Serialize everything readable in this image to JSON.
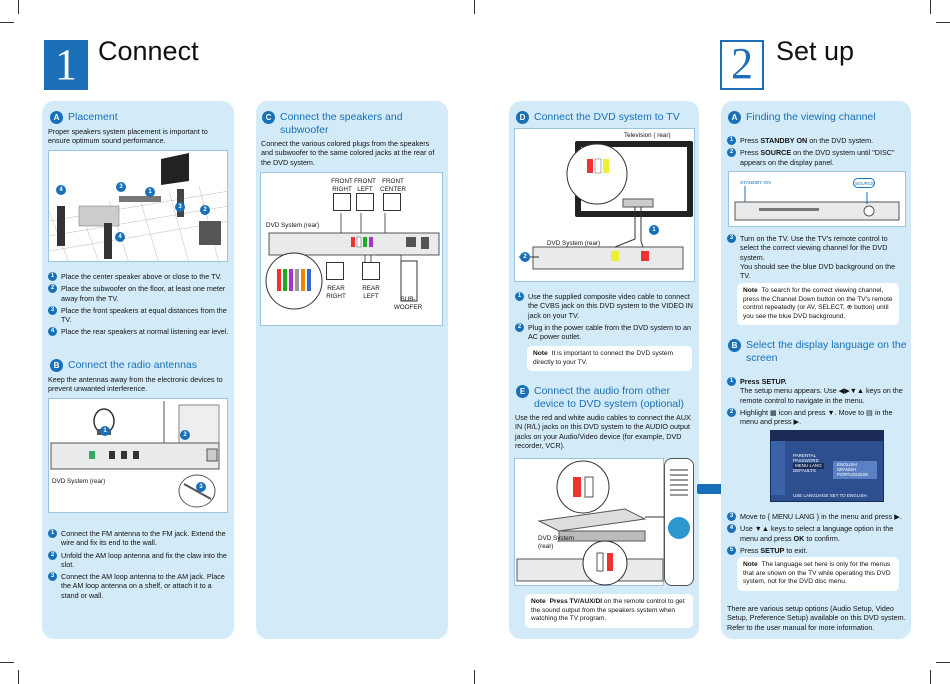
{
  "header": {
    "num1": "1",
    "title1": "Connect",
    "num2": "2",
    "title2": "Set up"
  },
  "placement": {
    "badge": "A",
    "title": "Placement",
    "intro": "Proper speakers system placement is important to ensure optimum sound performance.",
    "steps": [
      {
        "n": "1",
        "text": "Place the center speaker above or close to the TV."
      },
      {
        "n": "2",
        "text": "Place the subwoofer on the floor, at least one meter away from the TV."
      },
      {
        "n": "3",
        "text": "Place the front speakers at equal distances from the TV."
      },
      {
        "n": "4",
        "text": "Place the rear speakers at normal listening ear level."
      }
    ]
  },
  "antennas": {
    "badge": "B",
    "title": "Connect the radio antennas",
    "intro": "Keep the antennas away from the electronic devices to prevent unwanted interference.",
    "device_label": "DVD System (rear)",
    "steps": [
      {
        "n": "1",
        "text": "Connect the FM antenna to the FM jack.  Extend the wire and fix its end to the wall."
      },
      {
        "n": "2",
        "text": "Unfold the AM loop antenna and fix the claw into the slot."
      },
      {
        "n": "3",
        "text": "Connect the AM loop antenna to the AM jack.  Place the AM loop antenna on a shelf, or attach it to a stand or wall."
      }
    ]
  },
  "speakers": {
    "badge": "C",
    "title_line1": "Connect the speakers and",
    "title_line2": "subwoofer",
    "intro": "Connect the various colored plugs from the speakers and subwoofer to the same colored jacks at the rear of the DVD system.",
    "labels": {
      "front_right": "FRONT RIGHT",
      "front_left": "FRONT LEFT",
      "front_center": "FRONT CENTER",
      "dvd_rear": "DVD System (rear)",
      "rear_right": "REAR RIGHT",
      "rear_left": "REAR LEFT",
      "sub": "SUB- WOOFER"
    }
  },
  "dvd_tv": {
    "badge": "D",
    "title": "Connect the DVD system to TV",
    "tv_label": "Television ( rear)",
    "dvd_label": "DVD System (rear)",
    "steps": [
      {
        "n": "1",
        "text": "Use the supplied composite video cable to connect the CVBS jack on this DVD system to the VIDEO IN jack on your TV."
      },
      {
        "n": "2",
        "text": "Plug in the power cable from the DVD system to an AC power outlet."
      }
    ],
    "note_label": "Note",
    "note": "It is important to connect the DVD system directly to your TV."
  },
  "audio": {
    "badge": "E",
    "title_line1": "Connect the audio from other",
    "title_line2": "device to DVD system (optional)",
    "intro": "Use the red and white audio cables to connect the AUX IN (R/L) jacks on this DVD system to the AUDIO output jacks on your Audio/Video device (for example, DVD recorder, VCR).",
    "dvd_label": "DVD System (rear)",
    "note_label": "Note",
    "note_bold": "Press TV/AUX/DI",
    "note": "on the remote control to get the sound output from the speakers system when watching the TV program."
  },
  "viewing": {
    "badge": "A",
    "title": "Finding the viewing channel",
    "steps": [
      {
        "n": "1",
        "pre": "Press ",
        "bold": "STANDBY ON",
        "post": " on the DVD system."
      },
      {
        "n": "2",
        "pre": "Press ",
        "bold": "SOURCE",
        "post": " on the DVD system until \"DISC\" appears on the display panel."
      }
    ],
    "labels": {
      "standby": "STANDBY ON",
      "source": "SOURCE"
    },
    "step3_n": "3",
    "step3_a": "Turn on the TV.  Use the TV's remote control to select the correct viewing channel for the DVD system.",
    "step3_b": "You should see the blue DVD background on the TV.",
    "note_label": "Note",
    "note": "To search for the correct viewing channel, press the Channel Down button on the TV's remote control repeatedly (or AV, SELECT, ⊕ button) until you see the blue DVD background."
  },
  "language": {
    "badge": "B",
    "title_line1": "Select the display language on the",
    "title_line2": "screen",
    "step1_n": "1",
    "step1_bold": "Press SETUP.",
    "step1_rest": "The setup menu appears.  Use ◀▶▼▲ keys on the remote control to navigate in the menu.",
    "step2_n": "2",
    "step2": "Highlight ▦ icon and press ▼.  Move to ▤ in the menu and press ▶.",
    "menu": {
      "rows": [
        "PARENTAL",
        "PASSWORD",
        "MENU LANG",
        "DEFAULTS"
      ],
      "options": [
        "ENGLISH",
        "SPANISH",
        "PORTUGUESE"
      ],
      "footer": "USE LANGUAGE SET TO ENGLISH"
    },
    "steps_after": [
      {
        "n": "3",
        "pre": "Move to { MENU LANG } in the menu and press ▶.",
        "bold": "",
        "post": ""
      },
      {
        "n": "4",
        "pre": "Use ▼▲ keys to select a language option in the menu and press ",
        "bold": "OK",
        "post": " to confirm."
      },
      {
        "n": "5",
        "pre": "Press ",
        "bold": "SETUP",
        "post": " to exit."
      }
    ],
    "note_label": "Note",
    "note": "The language set here is only for the menus that are shown on the TV while operating this DVD system, not for the DVD disc menu.",
    "footer": "There are various setup options (Audio Setup, Video Setup, Preference Setup) available on this DVD system. Refer to the user manual for more information."
  },
  "colors": {
    "accent": "#1870b8",
    "panel": "#d3ebf9",
    "illus_blue": "#2b97cf"
  }
}
